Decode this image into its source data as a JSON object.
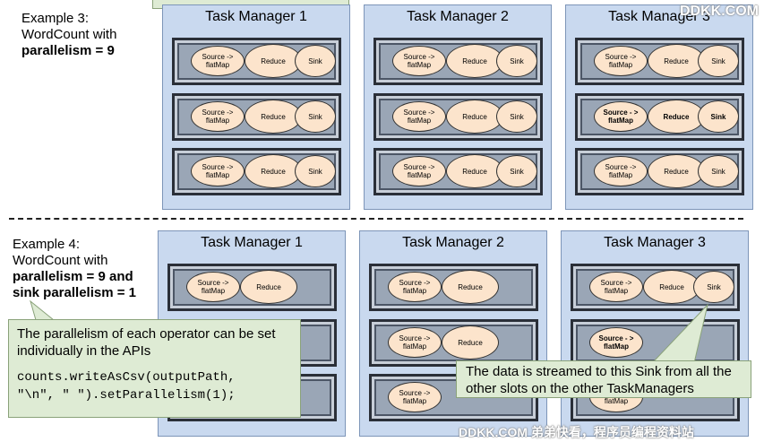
{
  "example3": {
    "line1": "Example 3:",
    "line2": "WordCount with",
    "line3": "parallelism = 9"
  },
  "example4": {
    "line1": "Example 4:",
    "line2": "WordCount with",
    "line3": "parallelism = 9 and",
    "line4": "sink parallelism = 1"
  },
  "tm_titles": [
    "Task Manager 1",
    "Task Manager 2",
    "Task Manager 3"
  ],
  "operators": {
    "source": "Source -> flatMap",
    "source_bold": "Source - > flatMap",
    "reduce": "Reduce",
    "sink": "Sink"
  },
  "callout_left": {
    "text": "The parallelism of each operator can be set individually in the APIs",
    "code_line1": "counts.writeAsCsv(outputPath,",
    "code_line2": "\"\\n\", \" \").setParallelism(1);"
  },
  "callout_right": {
    "text": "The data is streamed to this Sink from all the other slots on the other TaskManagers"
  },
  "watermarks": {
    "top_right": "DDKK.COM",
    "bottom": "DDKK.COM 弟弟快看，程序员编程资料站"
  },
  "colors": {
    "task_manager_bg": "#c9d9ef",
    "operator_fill": "#fce4cc",
    "callout_bg": "#deebd4"
  }
}
